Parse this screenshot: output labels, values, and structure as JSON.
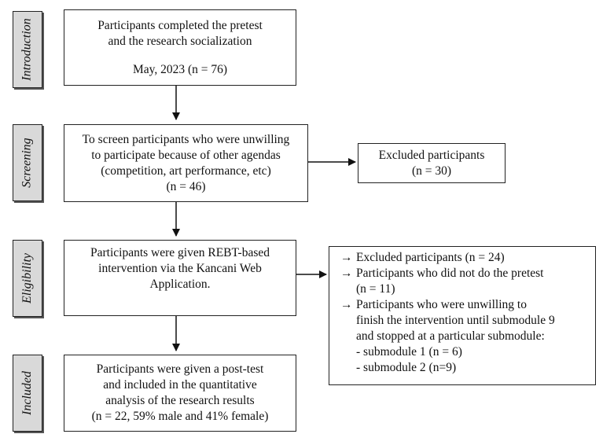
{
  "stages": [
    {
      "label": "Introduction"
    },
    {
      "label": "Screening"
    },
    {
      "label": "Eligibility"
    },
    {
      "label": "Included"
    }
  ],
  "boxes": {
    "intro": {
      "line1": "Participants completed the pretest",
      "line2": "and the research socialization",
      "line3": "May, 2023 (n = 76)"
    },
    "screening": {
      "line1": "To screen participants who were unwilling",
      "line2": "to participate because of other agendas",
      "line3": "(competition, art performance, etc)",
      "line4": "(n = 46)"
    },
    "excluded1": {
      "line1": "Excluded participants",
      "line2": "(n = 30)"
    },
    "eligibility": {
      "line1": "Participants were given REBT-based",
      "line2": "intervention via the Kancani Web",
      "line3": "Application."
    },
    "excluded2": {
      "arrow": "→",
      "item1": "Excluded participants (n = 24)",
      "item2_line1": "Participants who did not do the pretest",
      "item2_line2": "(n = 11)",
      "item3_line1": "Participants who were unwilling to",
      "item3_line2": "finish the intervention until submodule 9",
      "item3_line3": "and stopped at a particular submodule:",
      "sub1": "- submodule 1 (n = 6)",
      "sub2": "- submodule 2 (n=9)"
    },
    "included": {
      "line1": "Participants were given a post-test",
      "line2": "and included in the quantitative",
      "line3": "analysis of the research results",
      "line4": "(n = 22, 59% male and 41% female)"
    }
  }
}
